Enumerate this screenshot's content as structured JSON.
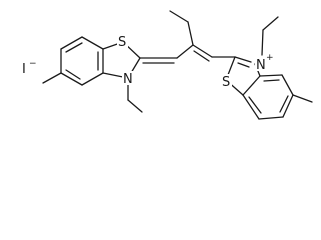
{
  "molecule": {
    "counterion": {
      "symbol": "I",
      "charge": "−"
    },
    "left_ring": {
      "sulfur": "S",
      "nitrogen": "N"
    },
    "right_ring": {
      "sulfur": "S",
      "nitrogen": "N",
      "charge": "+"
    }
  },
  "colors": {
    "bond": "#1a1a1a",
    "background": "#ffffff"
  }
}
